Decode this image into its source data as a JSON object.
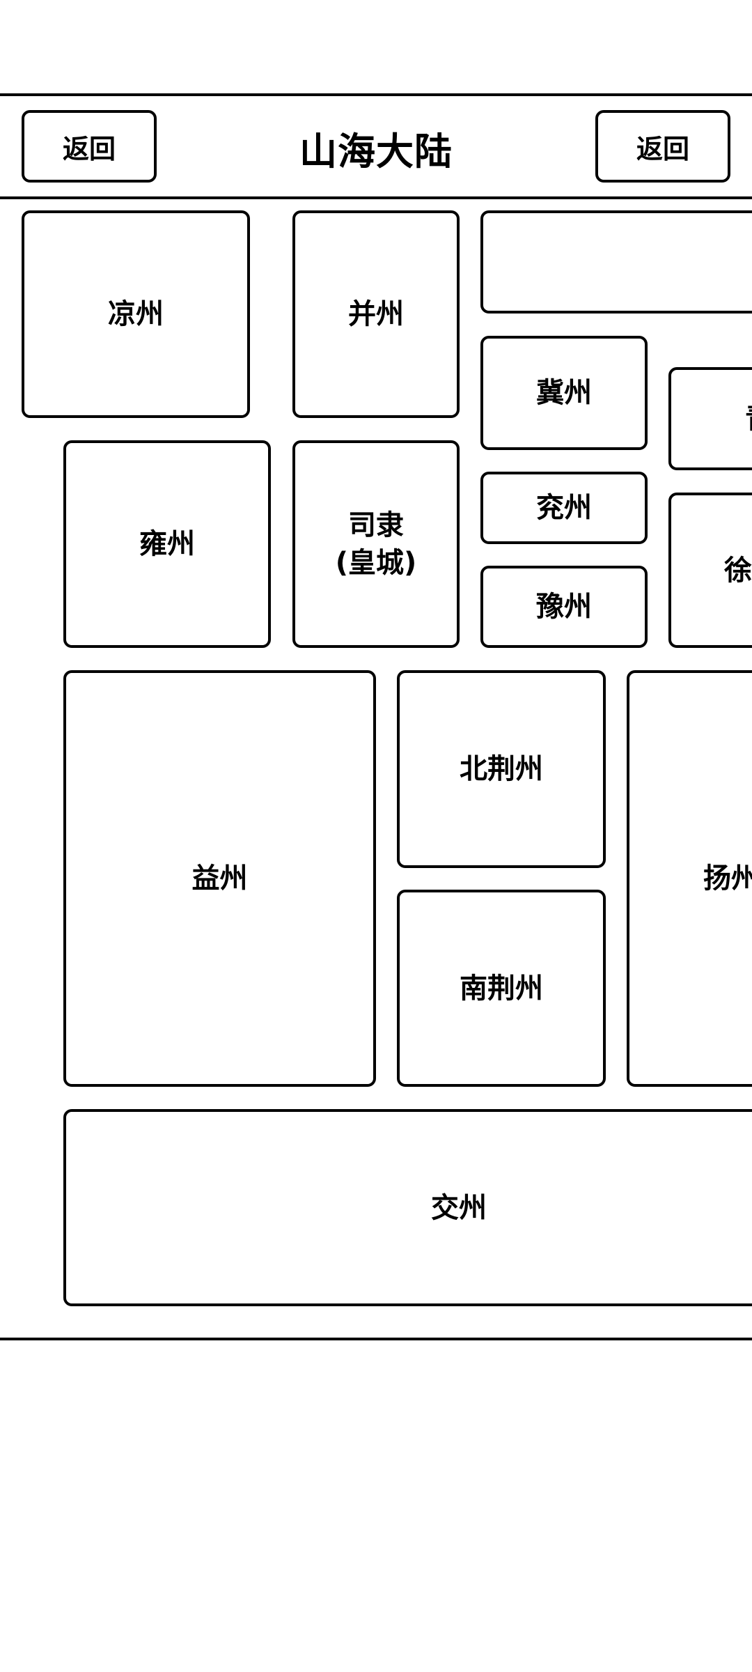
{
  "header": {
    "title": "山海大陆",
    "left_button_label": "返回",
    "right_button_label": "返回"
  },
  "map": {
    "regions": {
      "liangzhou": "凉州",
      "bingzhou": "并州",
      "top_right_blank": "",
      "jizhou": "冀州",
      "qingzhou": "青",
      "yongzhou": "雍州",
      "sili_line1": "司隶",
      "sili_line2": "(皇城)",
      "yanzhou": "兖州",
      "yuzhou": "豫州",
      "xuzhou": "徐",
      "yizhou": "益州",
      "beijingzhou": "北荆州",
      "nanjingzhou": "南荆州",
      "yangzhou": "扬州",
      "jiaozhou": "交州"
    }
  }
}
